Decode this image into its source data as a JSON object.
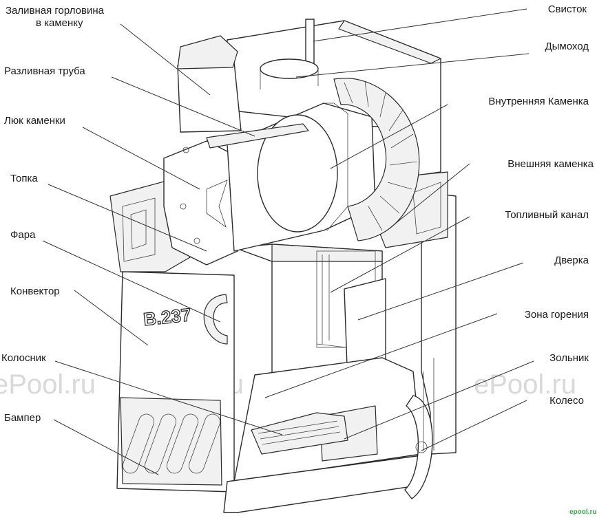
{
  "labels": {
    "zalivnaya": "Заливная горловина\nв каменку",
    "svistok": "Свисток",
    "dymokhod": "Дымоход",
    "razlivnaya": "Разливная труба",
    "vnutrennyaya": "Внутренняя Каменка",
    "lyuk": "Люк каменки",
    "vneshnyaya": "Внешняя каменка",
    "topka": "Топка",
    "toplivny": "Топливный канал",
    "fara": "Фара",
    "dverka": "Дверка",
    "konvektor": "Конвектор",
    "zona": "Зона горения",
    "kolosnik": "Колосник",
    "zolnik": "Зольник",
    "koleso": "Колесо",
    "bamper": "Бампер"
  },
  "stamp": "В.237",
  "watermark": "ePool.ru",
  "site": "epool.ru"
}
